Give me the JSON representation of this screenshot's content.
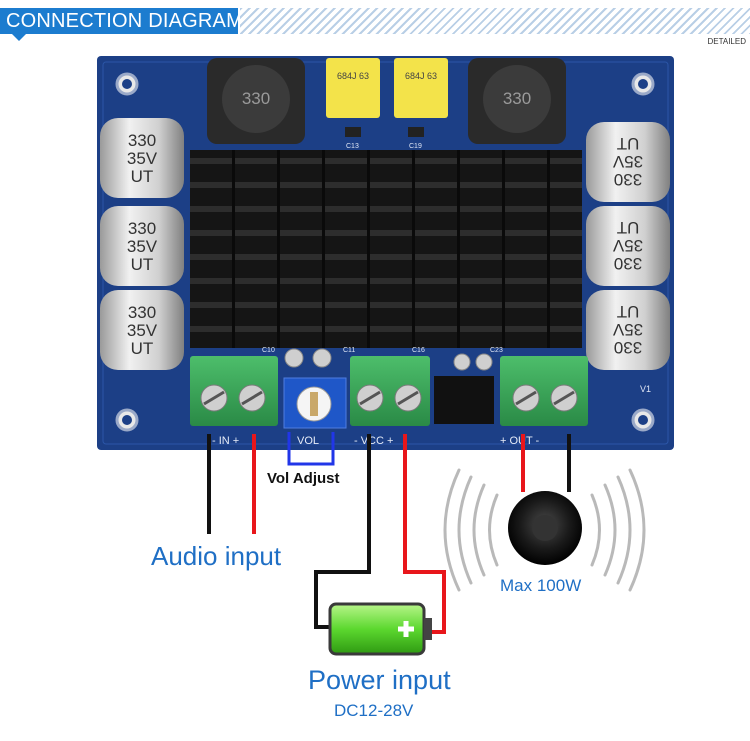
{
  "header": {
    "title": "CONNECTION DIAGRAM",
    "tag": "DETAILED"
  },
  "board": {
    "terminal_labels": {
      "in": "-  IN  +",
      "vol": "VOL",
      "vcc": "-  VCC  +",
      "out": "+  OUT  -"
    },
    "inductor_marking": "330",
    "capacitor_marking": "684J 63",
    "cap_lines": [
      "330",
      "35V",
      "UT"
    ],
    "silkscreen": [
      "C13",
      "C19",
      "C10",
      "C11",
      "C16",
      "C23",
      "V1"
    ]
  },
  "callouts": {
    "vol_adjust": "Vol Adjust",
    "audio_input": "Audio input",
    "max_power": "Max 100W",
    "power_input": "Power input",
    "voltage_range": "DC12-28V"
  },
  "colors": {
    "accent": "#1c7ccf",
    "board": "#1c3f86",
    "positive_wire": "#e8161b",
    "negative_wire": "#111111",
    "battery": "#5cd82f"
  }
}
